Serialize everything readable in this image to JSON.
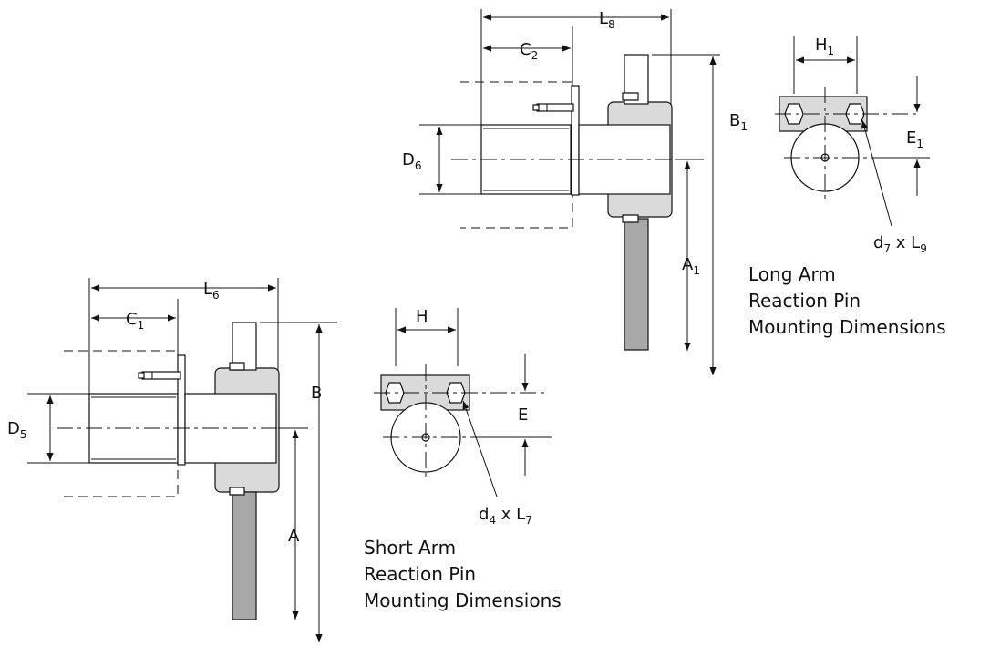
{
  "labels": {
    "L8": {
      "main": "L",
      "sub": "8"
    },
    "C2": {
      "main": "C",
      "sub": "2"
    },
    "D6": {
      "main": "D",
      "sub": "6"
    },
    "B1": {
      "main": "B",
      "sub": "1"
    },
    "A1": {
      "main": "A",
      "sub": "1"
    },
    "H1": {
      "main": "H",
      "sub": "1"
    },
    "E1": {
      "main": "E",
      "sub": "1"
    },
    "d7L9": {
      "a": "d",
      "asub": "7",
      "mid": " x L",
      "bsub": "9"
    },
    "L6": {
      "main": "L",
      "sub": "6"
    },
    "C1": {
      "main": "C",
      "sub": "1"
    },
    "D5": {
      "main": "D",
      "sub": "5"
    },
    "B": {
      "main": "B"
    },
    "A": {
      "main": "A"
    },
    "H": {
      "main": "H"
    },
    "E": {
      "main": "E"
    },
    "d4L7": {
      "a": "d",
      "asub": "4",
      "mid": " x L",
      "bsub": "7"
    }
  },
  "captions": {
    "long": [
      "Long Arm",
      "Reaction Pin",
      "Mounting Dimensions"
    ],
    "short": [
      "Short Arm",
      "Reaction Pin",
      "Mounting Dimensions"
    ]
  }
}
